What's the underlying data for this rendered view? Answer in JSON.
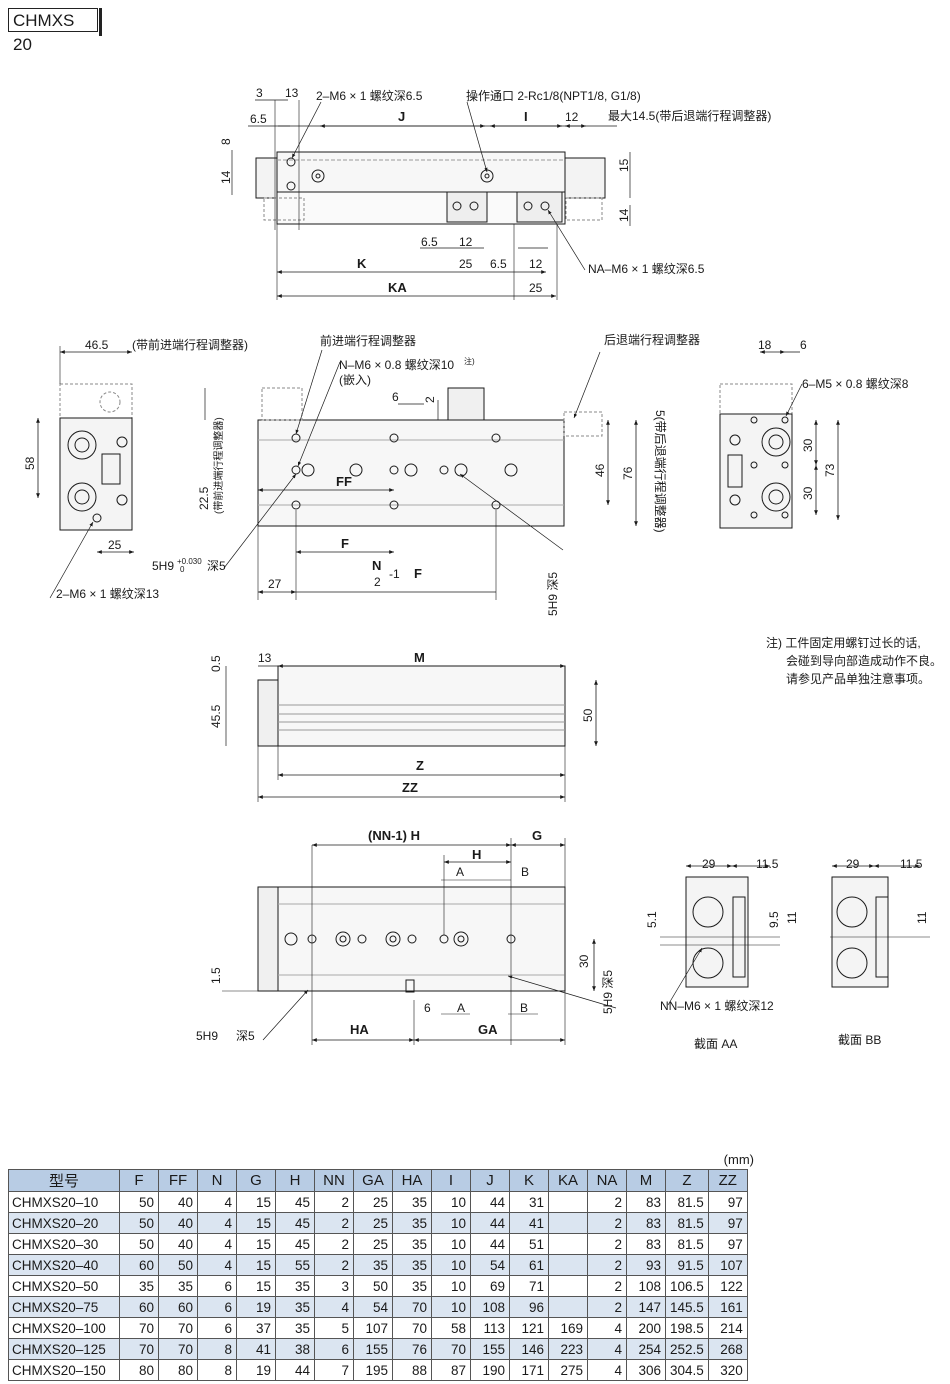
{
  "model_tag": "CHMXS 20",
  "views": {
    "top": {
      "dim_3": "3",
      "dim_13": "13",
      "dim_65a": "6.5",
      "dim_8": "8",
      "dim_14a": "14",
      "dim_14b": "14",
      "dim_15": "15",
      "dim_12a": "12",
      "callout_thread": "2–M6 × 1 螺纹深6.5",
      "callout_port": "操作通口 2-Rc1/8(NPT1/8, G1/8)",
      "callout_max": "最大14.5(带后退端行程调整器)",
      "lbl_J": "J",
      "lbl_I": "I",
      "dim_65b": "6.5",
      "dim_12b": "12",
      "lbl_K": "K",
      "dim_25a": "25",
      "dim_65c": "6.5",
      "dim_12c": "12",
      "lbl_KA": "KA",
      "dim_25b": "25",
      "callout_na": "NA–M6 × 1 螺纹深6.5"
    },
    "side": {
      "dim_465": "46.5",
      "callout_front_adj": "(带前进端行程调整器)",
      "dim_58": "58",
      "dim_25": "25",
      "callout_bottom": "2–M6 × 1 螺纹深13",
      "dim_225": "22.5",
      "vert_front_adj": "(带前进端行程调整器)",
      "callout_fwd": "前进端行程调整器",
      "callout_n": "N–M6 × 0.8 螺纹深10",
      "note_mark": "注)",
      "callout_insert": "(嵌入)",
      "dim_6": "6",
      "dim_2": "2",
      "lbl_FF": "FF",
      "lbl_F1": "F",
      "lbl_F2": "F",
      "lbl_N": "N",
      "lbl_two": "2",
      "lbl_minus1": "-1",
      "dim_27": "27",
      "tol_5h9_a": "5H9",
      "tol_val": "+0.030",
      "tol_zero": "0",
      "tol_depth": "深5",
      "callout_back": "后退端行程调整器",
      "dim_46": "46",
      "dim_76": "76",
      "vert_back_adj": "5(带后退端行程调整器)",
      "tol_5h9_b": "5H9 深5"
    },
    "end": {
      "dim_18": "18",
      "dim_6": "6",
      "callout_m5": "6–M5 × 0.8 螺纹深8",
      "dim_30a": "30",
      "dim_30b": "30",
      "dim_73": "73"
    },
    "front": {
      "dim_05": "0.5",
      "dim_13": "13",
      "lbl_M": "M",
      "dim_455": "45.5",
      "dim_50": "50",
      "lbl_Z": "Z",
      "lbl_ZZ": "ZZ"
    },
    "bottom": {
      "lbl_nnh": "(NN-1) H",
      "lbl_G": "G",
      "lbl_H": "H",
      "lbl_A1": "A",
      "lbl_B1": "B",
      "dim_15": "1.5",
      "dim_30": "30",
      "tol_right": "5H9 深5",
      "tol_left": "5H9",
      "tol_left_depth": "深5",
      "dim_6": "6",
      "lbl_A2": "A",
      "lbl_B2": "B",
      "lbl_HA": "HA",
      "lbl_GA": "GA"
    },
    "section": {
      "dim_29a": "29",
      "dim_115a": "11.5",
      "dim_51": "5.1",
      "dim_95": "9.5",
      "dim_11a": "11",
      "callout_nn": "NN–M6 × 1 螺纹深12",
      "title_aa": "截面 AA",
      "dim_29b": "29",
      "dim_115b": "11.5",
      "dim_11b": "11",
      "title_bb": "截面 BB"
    }
  },
  "note": {
    "line1": "注) 工件固定用螺钉过长的话,",
    "line2": "会碰到导向部造成动作不良。",
    "line3": "请参见产品单独注意事项。"
  },
  "table": {
    "unit": "(mm)",
    "headers": [
      "型号",
      "F",
      "FF",
      "N",
      "G",
      "H",
      "NN",
      "GA",
      "HA",
      "I",
      "J",
      "K",
      "KA",
      "NA",
      "M",
      "Z",
      "ZZ"
    ],
    "rows": [
      [
        "CHMXS20–10",
        "50",
        "40",
        "4",
        "15",
        "45",
        "2",
        "25",
        "35",
        "10",
        "44",
        "31",
        "",
        "2",
        "83",
        "81.5",
        "97"
      ],
      [
        "CHMXS20–20",
        "50",
        "40",
        "4",
        "15",
        "45",
        "2",
        "25",
        "35",
        "10",
        "44",
        "41",
        "",
        "2",
        "83",
        "81.5",
        "97"
      ],
      [
        "CHMXS20–30",
        "50",
        "40",
        "4",
        "15",
        "45",
        "2",
        "25",
        "35",
        "10",
        "44",
        "51",
        "",
        "2",
        "83",
        "81.5",
        "97"
      ],
      [
        "CHMXS20–40",
        "60",
        "50",
        "4",
        "15",
        "55",
        "2",
        "35",
        "35",
        "10",
        "54",
        "61",
        "",
        "2",
        "93",
        "91.5",
        "107"
      ],
      [
        "CHMXS20–50",
        "35",
        "35",
        "6",
        "15",
        "35",
        "3",
        "50",
        "35",
        "10",
        "69",
        "71",
        "",
        "2",
        "108",
        "106.5",
        "122"
      ],
      [
        "CHMXS20–75",
        "60",
        "60",
        "6",
        "19",
        "35",
        "4",
        "54",
        "70",
        "10",
        "108",
        "96",
        "",
        "2",
        "147",
        "145.5",
        "161"
      ],
      [
        "CHMXS20–100",
        "70",
        "70",
        "6",
        "37",
        "35",
        "5",
        "107",
        "70",
        "58",
        "113",
        "121",
        "169",
        "4",
        "200",
        "198.5",
        "214"
      ],
      [
        "CHMXS20–125",
        "70",
        "70",
        "8",
        "41",
        "38",
        "6",
        "155",
        "76",
        "70",
        "155",
        "146",
        "223",
        "4",
        "254",
        "252.5",
        "268"
      ],
      [
        "CHMXS20–150",
        "80",
        "80",
        "8",
        "19",
        "44",
        "7",
        "195",
        "88",
        "87",
        "190",
        "171",
        "275",
        "4",
        "306",
        "304.5",
        "320"
      ]
    ]
  }
}
